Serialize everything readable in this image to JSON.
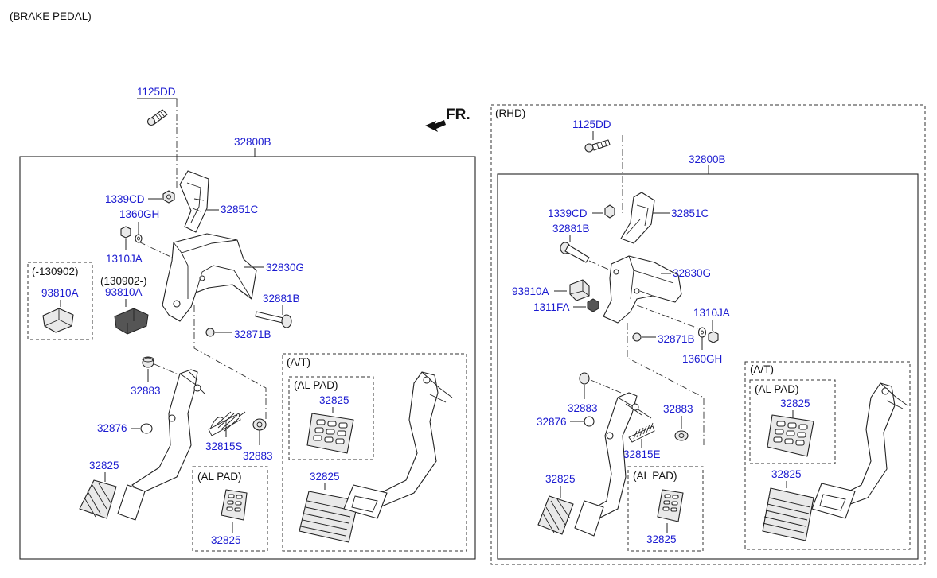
{
  "title": "(BRAKE PEDAL)",
  "direction_label": "FR.",
  "left": {
    "assembly": "32800B",
    "bolt": "1125DD",
    "nut_1339": "1339CD",
    "nut_1360": "1360GH",
    "nut_1310": "1310JA",
    "bracket_c": "32851C",
    "bracket_g": "32830G",
    "pin_b": "32881B",
    "bolt_32871": "32871B",
    "switch_old_range": "(-130902)",
    "switch_old": "93810A",
    "switch_new_range": "(130902-)",
    "switch_new": "93810A",
    "bush_a": "32883",
    "stopper": "32876",
    "spring": "32815S",
    "bush_b": "32883",
    "pad": "32825",
    "alpad_label": "(AL PAD)",
    "alpad_part": "32825",
    "at_label": "(A/T)",
    "at_alpad_label": "(AL PAD)",
    "at_alpad_part": "32825",
    "at_pad": "32825"
  },
  "right": {
    "rhd_label": "(RHD)",
    "assembly": "32800B",
    "bolt": "1125DD",
    "nut_1339": "1339CD",
    "bracket_c": "32851C",
    "pin_b": "32881B",
    "bracket_g": "32830G",
    "switch": "93810A",
    "nut_1311": "1311FA",
    "nut_1310": "1310JA",
    "bolt_32871": "32871B",
    "nut_1360": "1360GH",
    "bush_a": "32883",
    "stopper": "32876",
    "bush_b": "32883",
    "spring": "32815E",
    "pad": "32825",
    "alpad_label": "(AL PAD)",
    "alpad_part": "32825",
    "at_label": "(A/T)",
    "at_alpad_label": "(AL PAD)",
    "at_alpad_part": "32825",
    "at_pad": "32825"
  }
}
